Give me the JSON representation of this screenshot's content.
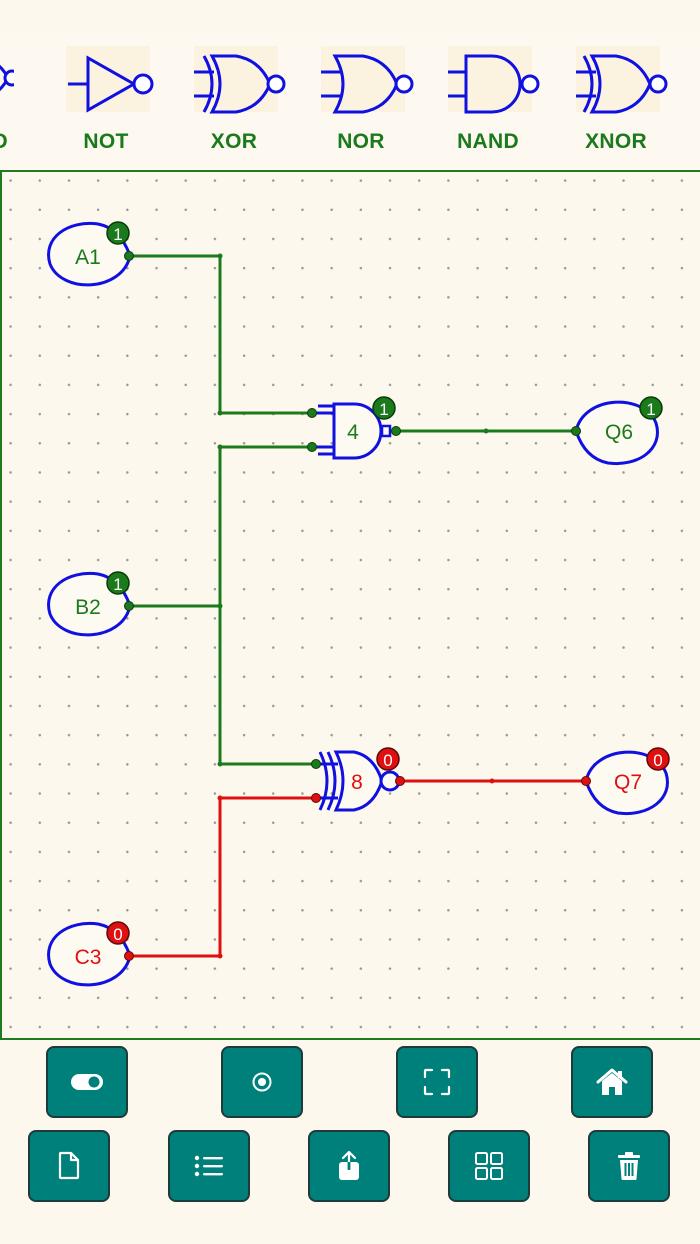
{
  "palette": {
    "partial_label": "D",
    "gates": [
      {
        "label": "NOT",
        "icon": "not-gate-icon"
      },
      {
        "label": "XOR",
        "icon": "xor-gate-icon"
      },
      {
        "label": "NOR",
        "icon": "nor-gate-icon"
      },
      {
        "label": "NAND",
        "icon": "nand-gate-icon"
      },
      {
        "label": "XNOR",
        "icon": "xnor-gate-icon"
      }
    ]
  },
  "circuit": {
    "inputs": [
      {
        "name": "A1",
        "state": "1"
      },
      {
        "name": "B2",
        "state": "1"
      },
      {
        "name": "C3",
        "state": "0"
      }
    ],
    "gates": [
      {
        "id": "4",
        "type": "NAND",
        "state": "1"
      },
      {
        "id": "8",
        "type": "XNOR",
        "state": "0"
      }
    ],
    "outputs": [
      {
        "name": "Q6",
        "state": "1"
      },
      {
        "name": "Q7",
        "state": "0"
      }
    ]
  },
  "colors": {
    "high": "#1b7a1b",
    "low": "#e01010",
    "component": "#1010e0",
    "button": "#00807a",
    "background": "#fcf8ee"
  },
  "toolbar": {
    "row1": [
      {
        "icon": "toggle-icon"
      },
      {
        "icon": "radio-target-icon"
      },
      {
        "icon": "fullscreen-icon"
      },
      {
        "icon": "home-icon"
      }
    ],
    "row2": [
      {
        "icon": "file-icon"
      },
      {
        "icon": "list-icon"
      },
      {
        "icon": "share-icon"
      },
      {
        "icon": "grid-icon"
      },
      {
        "icon": "trash-icon"
      }
    ]
  }
}
